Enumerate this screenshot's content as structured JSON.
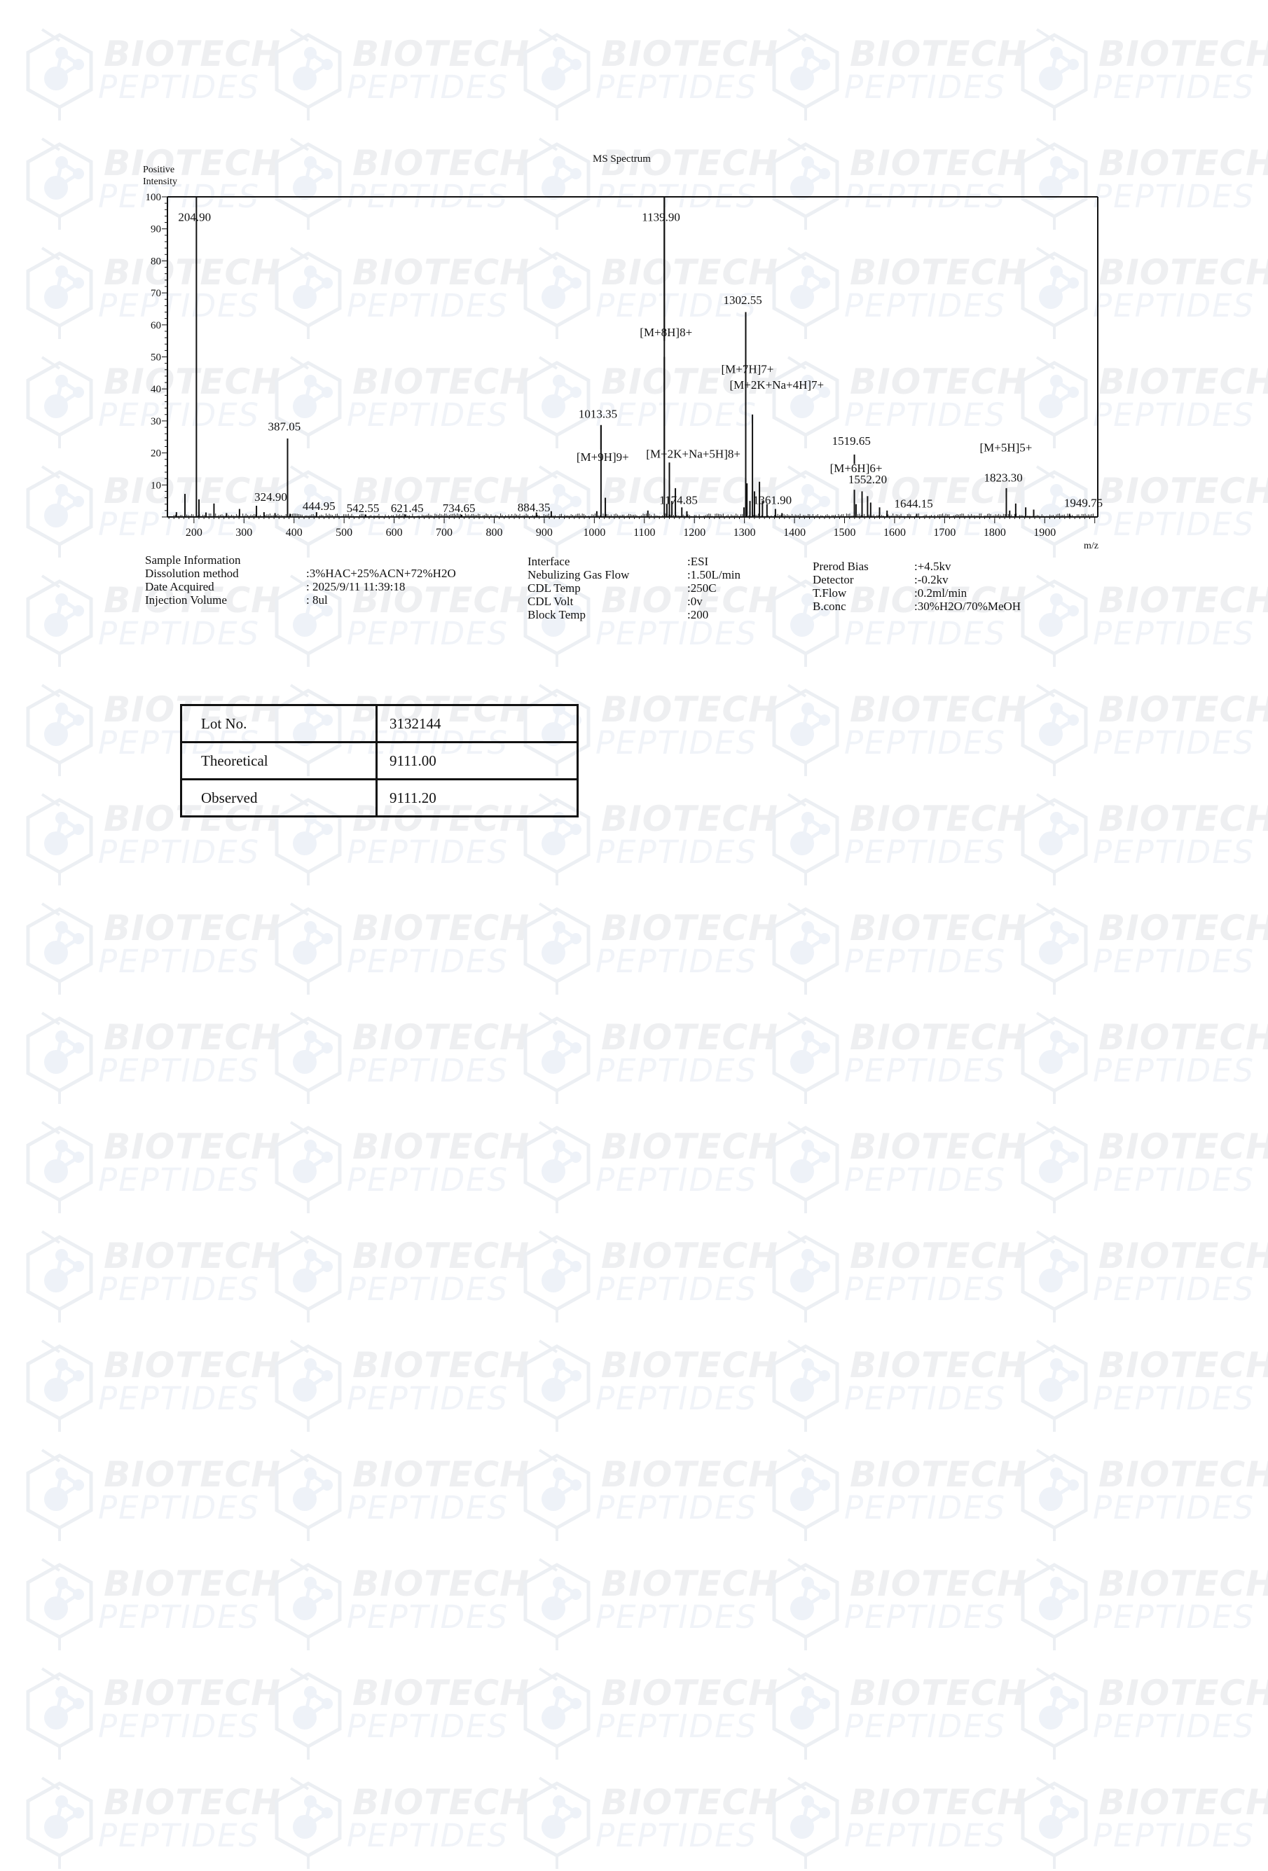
{
  "watermark": {
    "line1": "BIOTECH",
    "line2": "PEPTIDES",
    "text_color": "#eeeff1",
    "icon_color": "#eef2f8"
  },
  "chart_data": {
    "type": "bar",
    "title": "MS Spectrum",
    "ylabel_line1": "Positive",
    "ylabel_line2": "Intensity",
    "xlabel": "m/z",
    "xlim": [
      147,
      2006
    ],
    "ylim": [
      0,
      100
    ],
    "x_ticks": [
      200,
      300,
      400,
      500,
      600,
      700,
      800,
      900,
      1000,
      1100,
      1200,
      1300,
      1400,
      1500,
      1600,
      1700,
      1800,
      1900
    ],
    "y_ticks": [
      10,
      20,
      30,
      40,
      50,
      60,
      70,
      80,
      90,
      100
    ],
    "grid": false,
    "legend": "none",
    "peaks": [
      {
        "mz": 165,
        "intensity": 1.5
      },
      {
        "mz": 182,
        "intensity": 7.2
      },
      {
        "mz": 204.9,
        "intensity": 100
      },
      {
        "mz": 210,
        "intensity": 5.5
      },
      {
        "mz": 224,
        "intensity": 1.4
      },
      {
        "mz": 240,
        "intensity": 4.2
      },
      {
        "mz": 265,
        "intensity": 1.2
      },
      {
        "mz": 291,
        "intensity": 2.5
      },
      {
        "mz": 324.9,
        "intensity": 3.5
      },
      {
        "mz": 340,
        "intensity": 1.5
      },
      {
        "mz": 362,
        "intensity": 1.2
      },
      {
        "mz": 387.05,
        "intensity": 24.5
      },
      {
        "mz": 392,
        "intensity": 1.0
      },
      {
        "mz": 444.95,
        "intensity": 1.5
      },
      {
        "mz": 542.55,
        "intensity": 0.8
      },
      {
        "mz": 621.45,
        "intensity": 0.8
      },
      {
        "mz": 734.65,
        "intensity": 0.7
      },
      {
        "mz": 884.35,
        "intensity": 1.4
      },
      {
        "mz": 914,
        "intensity": 1.8
      },
      {
        "mz": 1005,
        "intensity": 1.8
      },
      {
        "mz": 1013.35,
        "intensity": 28.7
      },
      {
        "mz": 1022,
        "intensity": 6.0
      },
      {
        "mz": 1107,
        "intensity": 2.0
      },
      {
        "mz": 1139.9,
        "intensity": 100
      },
      {
        "mz": 1145,
        "intensity": 4.0
      },
      {
        "mz": 1150,
        "intensity": 17.0
      },
      {
        "mz": 1155,
        "intensity": 5.0
      },
      {
        "mz": 1162,
        "intensity": 9.0
      },
      {
        "mz": 1174.85,
        "intensity": 3.0
      },
      {
        "mz": 1185,
        "intensity": 1.8
      },
      {
        "mz": 1299,
        "intensity": 3.0
      },
      {
        "mz": 1302.55,
        "intensity": 64
      },
      {
        "mz": 1305,
        "intensity": 10.5
      },
      {
        "mz": 1311,
        "intensity": 5.0
      },
      {
        "mz": 1316,
        "intensity": 32.0
      },
      {
        "mz": 1320,
        "intensity": 8.0
      },
      {
        "mz": 1330,
        "intensity": 11.0
      },
      {
        "mz": 1336,
        "intensity": 5.0
      },
      {
        "mz": 1345,
        "intensity": 4.0
      },
      {
        "mz": 1361.9,
        "intensity": 2.5
      },
      {
        "mz": 1375,
        "intensity": 1.2
      },
      {
        "mz": 1519.65,
        "intensity": 8.5
      },
      {
        "mz": 1523,
        "intensity": 4.0
      },
      {
        "mz": 1535,
        "intensity": 8.0
      },
      {
        "mz": 1546,
        "intensity": 6.5
      },
      {
        "mz": 1552.2,
        "intensity": 4.5
      },
      {
        "mz": 1570,
        "intensity": 3.0
      },
      {
        "mz": 1585,
        "intensity": 2.0
      },
      {
        "mz": 1644.15,
        "intensity": 1.0
      },
      {
        "mz": 1823.3,
        "intensity": 9.0
      },
      {
        "mz": 1830,
        "intensity": 2.0
      },
      {
        "mz": 1842,
        "intensity": 4.2
      },
      {
        "mz": 1862,
        "intensity": 3.0
      },
      {
        "mz": 1878,
        "intensity": 2.3
      },
      {
        "mz": 1949.75,
        "intensity": 1.0
      }
    ],
    "peak_labels": [
      {
        "text": "204.90",
        "mz": 204.9,
        "y_pct": 92.5,
        "dx": -26
      },
      {
        "text": "324.90",
        "mz": 324.9,
        "y_pct": 5.0,
        "dx": -3
      },
      {
        "text": "387.05",
        "mz": 387.05,
        "y_pct": 27.0,
        "dx": -28
      },
      {
        "text": "444.95",
        "mz": 444.95,
        "y_pct": 2.2,
        "dx": -20
      },
      {
        "text": "542.55",
        "mz": 542.55,
        "y_pct": 1.5,
        "dx": -27
      },
      {
        "text": "621.45",
        "mz": 621.45,
        "y_pct": 1.5,
        "dx": -20
      },
      {
        "text": "734.65",
        "mz": 734.65,
        "y_pct": 1.5,
        "dx": -27
      },
      {
        "text": "884.35",
        "mz": 884.35,
        "y_pct": 1.8,
        "dx": -27
      },
      {
        "text": "1013.35",
        "mz": 1013.35,
        "y_pct": 31.0,
        "dx": -32
      },
      {
        "text": "[M+9H]9+",
        "mz": 1013.35,
        "y_pct": 17.5,
        "dx": -35
      },
      {
        "text": "1139.90",
        "mz": 1139.9,
        "y_pct": 92.5,
        "dx": -32
      },
      {
        "text": "[M+8H]8+",
        "mz": 1139.9,
        "y_pct": 56.5,
        "dx": -35
      },
      {
        "text": "[M+2K+Na+5H]8+",
        "mz": 1139.9,
        "y_pct": 18.5,
        "dx": -26
      },
      {
        "text": "1174.85",
        "mz": 1174.85,
        "y_pct": 4.0,
        "dx": -32
      },
      {
        "text": "1302.55",
        "mz": 1302.55,
        "y_pct": 66.5,
        "dx": -32
      },
      {
        "text": "[M+7H]7+",
        "mz": 1302.55,
        "y_pct": 45.0,
        "dx": -35
      },
      {
        "text": "[M+2K+Na+4H]7+",
        "mz": 1302.55,
        "y_pct": 40.0,
        "dx": -23
      },
      {
        "text": "1361.90",
        "mz": 1361.9,
        "y_pct": 4.0,
        "dx": -32
      },
      {
        "text": "1519.65",
        "mz": 1519.65,
        "y_pct": 22.5,
        "dx": -32
      },
      {
        "text": "[M+6H]6+",
        "mz": 1519.65,
        "y_pct": 14.0,
        "dx": -35
      },
      {
        "text": "1552.20",
        "mz": 1552.2,
        "y_pct": 10.5,
        "dx": -32
      },
      {
        "text": "1644.15",
        "mz": 1644.15,
        "y_pct": 3.0,
        "dx": -32
      },
      {
        "text": "[M+5H]5+",
        "mz": 1823.3,
        "y_pct": 20.5,
        "dx": -38
      },
      {
        "text": "1823.30",
        "mz": 1823.3,
        "y_pct": 11.0,
        "dx": -32
      },
      {
        "text": "1949.75",
        "mz": 1949.75,
        "y_pct": 3.2,
        "dx": -8
      }
    ],
    "leader_lines": [
      {
        "mz": 1013.35,
        "from_pct": 28.7,
        "to_pct": 21.0
      },
      {
        "mz": 1139.9,
        "from_pct": 100,
        "to_pct": 55.0
      },
      {
        "mz": 1139.9,
        "from_pct": 50.0,
        "to_pct": 21.0
      },
      {
        "mz": 1302.55,
        "from_pct": 64,
        "to_pct": 47.0
      },
      {
        "mz": 1302.55,
        "from_pct": 43.0,
        "to_pct": 40.0
      },
      {
        "mz": 1519.65,
        "from_pct": 19.5,
        "to_pct": 16.5
      }
    ]
  },
  "sample_info": {
    "heading": "Sample Information",
    "rows": [
      {
        "label": "Dissolution method",
        "value": ":3%HAC+25%ACN+72%H2O"
      },
      {
        "label": "Date Acquired",
        "value": ": 2025/9/11 11:39:18"
      },
      {
        "label": "Injection Volume",
        "value": ": 8ul"
      }
    ]
  },
  "instrument_info": {
    "rows": [
      {
        "label": "Interface",
        "value": ":ESI"
      },
      {
        "label": "Nebulizing Gas Flow",
        "value": ":1.50L/min"
      },
      {
        "label": "CDL Temp",
        "value": ":250C"
      },
      {
        "label": "CDL Volt",
        "value": ":0v"
      },
      {
        "label": "Block Temp",
        "value": ":200"
      }
    ]
  },
  "detector_info": {
    "rows": [
      {
        "label": "Prerod Bias",
        "value": ":+4.5kv"
      },
      {
        "label": "Detector",
        "value": ":-0.2kv"
      },
      {
        "label": "T.Flow",
        "value": ":0.2ml/min"
      },
      {
        "label": "B.conc",
        "value": ":30%H2O/70%MeOH"
      }
    ]
  },
  "results_table": {
    "rows": [
      {
        "label": "Lot No.",
        "value": "3132144"
      },
      {
        "label": "Theoretical",
        "value": "9111.00"
      },
      {
        "label": "Observed",
        "value": "9111.20"
      }
    ]
  }
}
